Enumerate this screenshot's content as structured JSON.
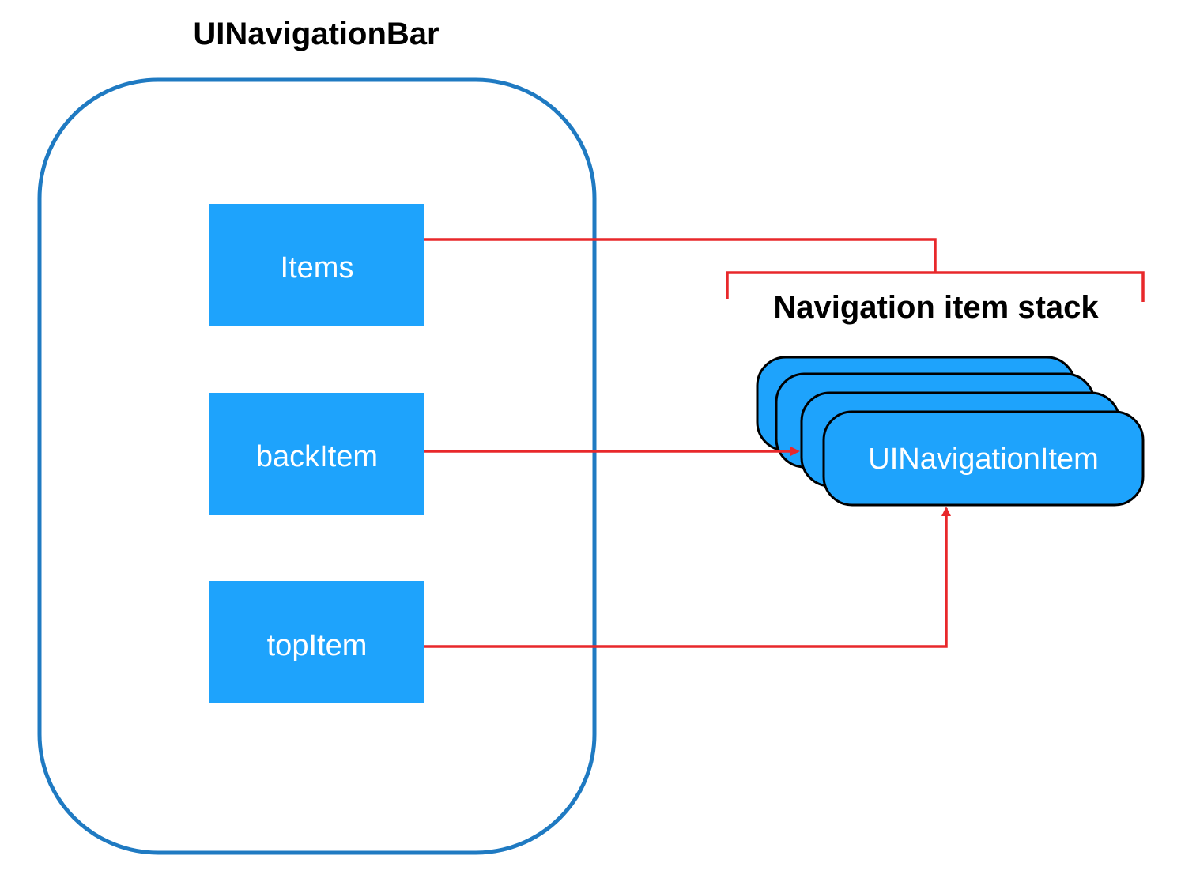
{
  "diagram": {
    "container_title": "UINavigationBar",
    "properties": [
      {
        "label": "Items"
      },
      {
        "label": "backItem"
      },
      {
        "label": "topItem"
      }
    ],
    "stack_title": "Navigation item stack",
    "stack_item_label": "UINavigationItem",
    "colors": {
      "container_border": "#1f7ac2",
      "property_fill": "#1ea3fc",
      "stack_fill": "#1ea3fc",
      "stack_border": "#000000",
      "connector": "#e8282b",
      "label_text": "#ffffff",
      "title_text": "#000000"
    }
  }
}
